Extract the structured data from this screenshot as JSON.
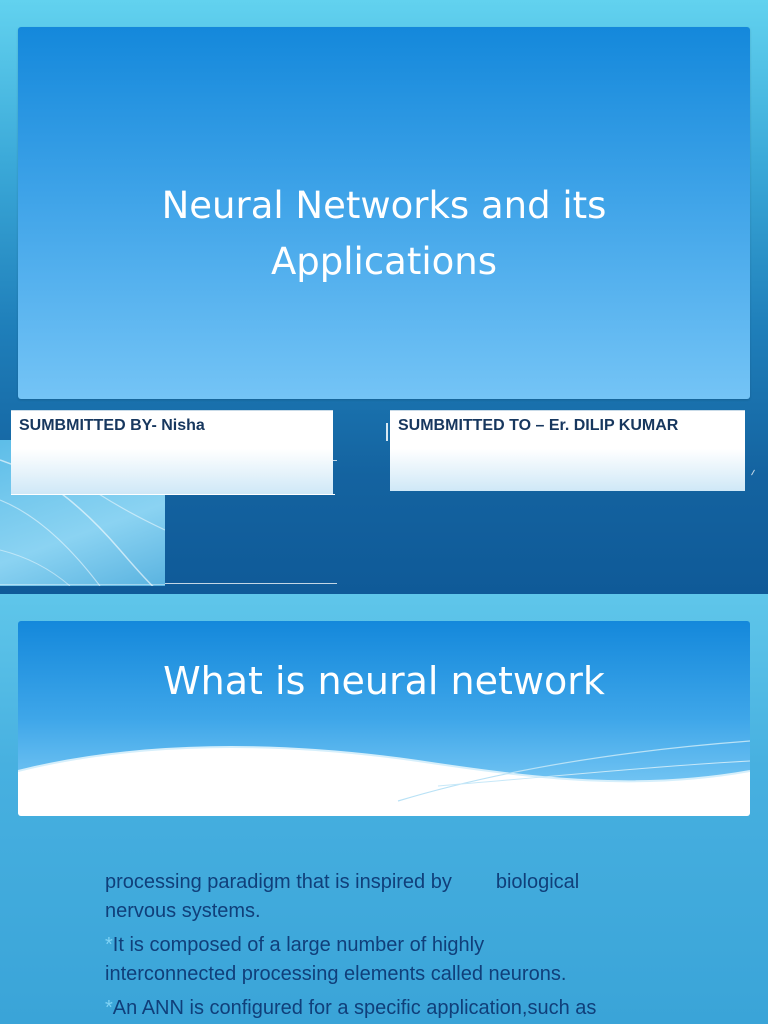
{
  "slide1": {
    "title_line1": "Neural Networks and its",
    "title_line2": "Applications",
    "submitted_by": "SUMBMITTED BY- Nisha",
    "submitted_to": "SUMBMITTED TO – Er. DILIP KUMAR"
  },
  "slide2": {
    "title": "What is neural network",
    "bullets": [
      {
        "marker": "",
        "text_a": "processing paradigm that is inspired by",
        "text_b": "biological",
        "text_c": "nervous systems."
      },
      {
        "marker": "*",
        "text_a": "It is composed of a large number of highly",
        "text_c": "interconnected processing elements called  neurons."
      },
      {
        "marker": "*",
        "text_a": "An ANN is configured for a specific application,such as"
      }
    ]
  },
  "colors": {
    "title_box_top": "#1488db",
    "title_box_bottom": "#74c4f6",
    "label_text": "#17375e",
    "body_text": "#103f7a",
    "bullet_marker": "#7fd3f5"
  }
}
